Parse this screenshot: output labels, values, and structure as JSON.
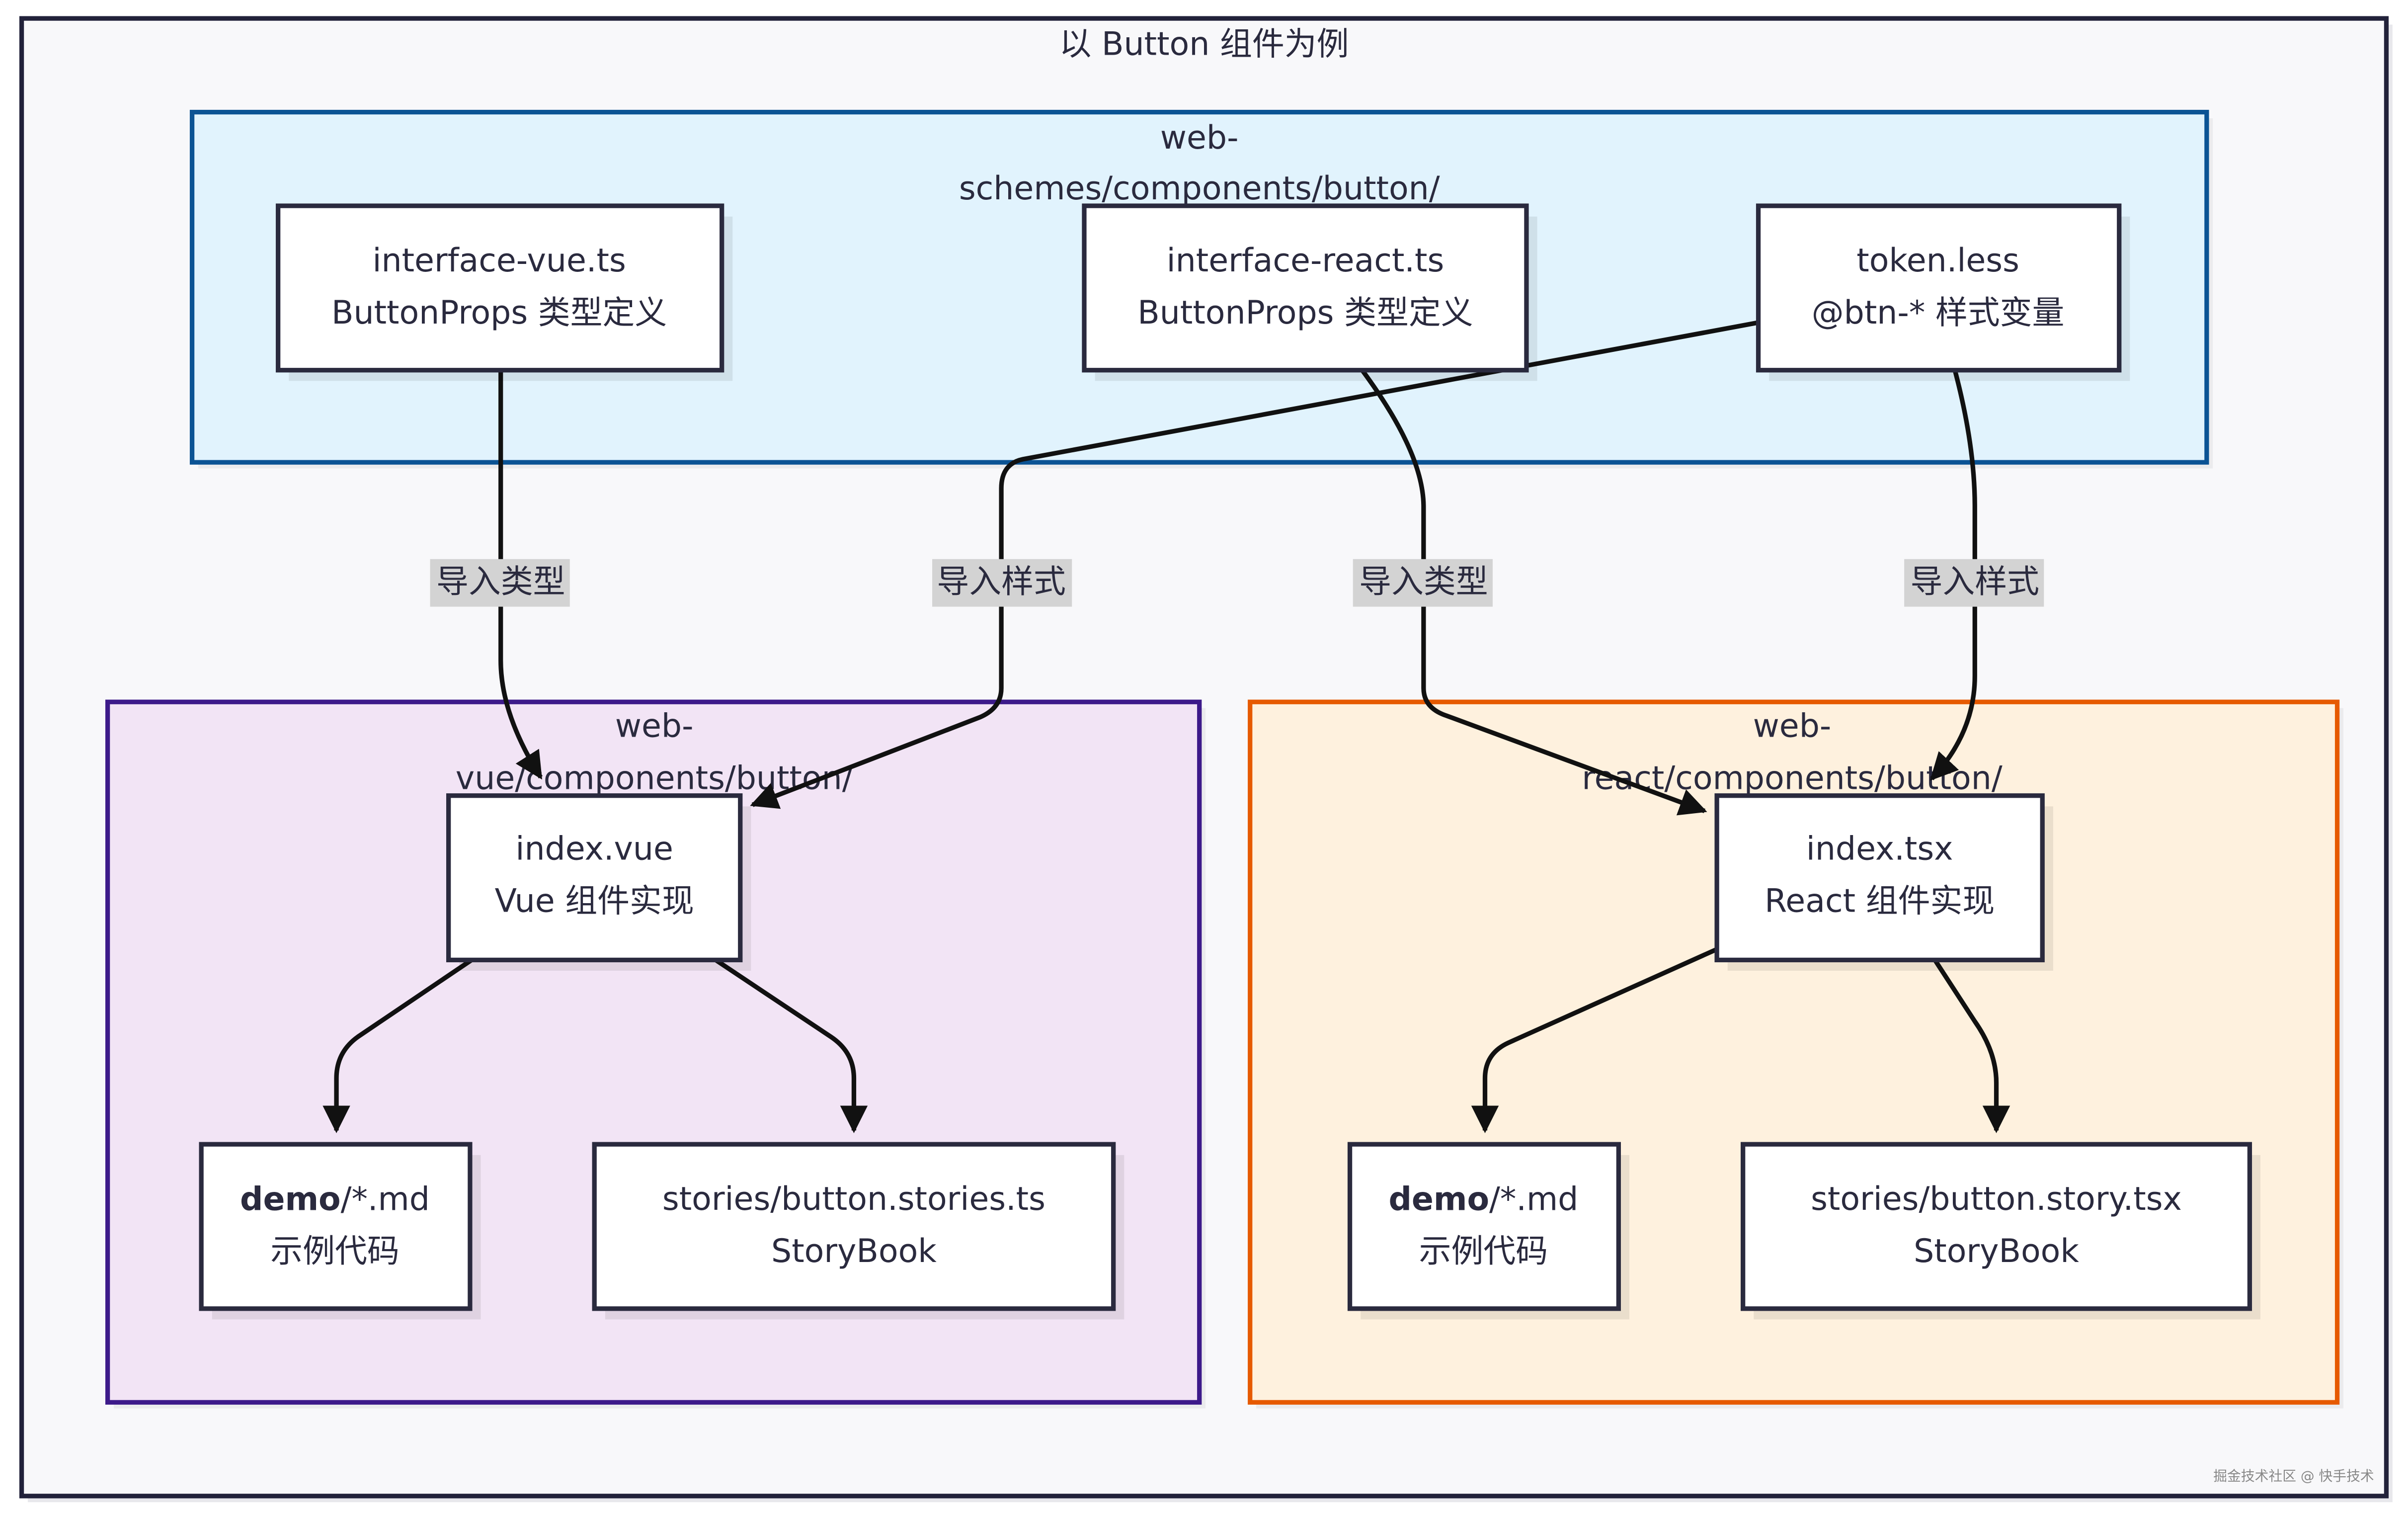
{
  "title": "以 Button 组件为例",
  "colors": {
    "frame_bg": "#f8f8fa",
    "frame_border": "#22223a",
    "schemes_bg": "#e1f3fd",
    "schemes_border": "#0b5394",
    "vue_bg": "#f2e4f5",
    "vue_border": "#3d1a8a",
    "react_bg": "#fef1de",
    "react_border": "#e65a00",
    "edge_label_bg": "#d3d3d3"
  },
  "groups": {
    "schemes": {
      "label_line1": "web-",
      "label_line2": "schemes/components/button/"
    },
    "vue": {
      "label_line1": "web-",
      "label_line2": "vue/components/button/"
    },
    "react": {
      "label_line1": "web-",
      "label_line2": "react/components/button/"
    }
  },
  "nodes": {
    "interface_vue": {
      "line1": "interface-vue.ts",
      "line2": "ButtonProps 类型定义"
    },
    "interface_react": {
      "line1": "interface-react.ts",
      "line2": "ButtonProps 类型定义"
    },
    "token": {
      "line1": "token.less",
      "line2": "@btn-* 样式变量"
    },
    "index_vue": {
      "line1": "index.vue",
      "line2": "Vue 组件实现"
    },
    "index_tsx": {
      "line1": "index.tsx",
      "line2": "React 组件实现"
    },
    "demo_vue": {
      "line1_bold": "demo",
      "line1_rest": "/*.md",
      "line2": "示例代码"
    },
    "stories_vue": {
      "line1": "stories/button.stories.ts",
      "line2": "StoryBook"
    },
    "demo_react": {
      "line1_bold": "demo",
      "line1_rest": "/*.md",
      "line2": "示例代码"
    },
    "stories_react": {
      "line1": "stories/button.story.tsx",
      "line2": "StoryBook"
    }
  },
  "edges": [
    {
      "from": "interface_vue",
      "to": "index_vue",
      "label": "导入类型"
    },
    {
      "from": "token",
      "to": "index_vue",
      "label": "导入样式"
    },
    {
      "from": "interface_react",
      "to": "index_tsx",
      "label": "导入类型"
    },
    {
      "from": "token",
      "to": "index_tsx",
      "label": "导入样式"
    },
    {
      "from": "index_vue",
      "to": "demo_vue",
      "label": ""
    },
    {
      "from": "index_vue",
      "to": "stories_vue",
      "label": ""
    },
    {
      "from": "index_tsx",
      "to": "demo_react",
      "label": ""
    },
    {
      "from": "index_tsx",
      "to": "stories_react",
      "label": ""
    }
  ],
  "watermark": "掘金技术社区 @ 快手技术"
}
